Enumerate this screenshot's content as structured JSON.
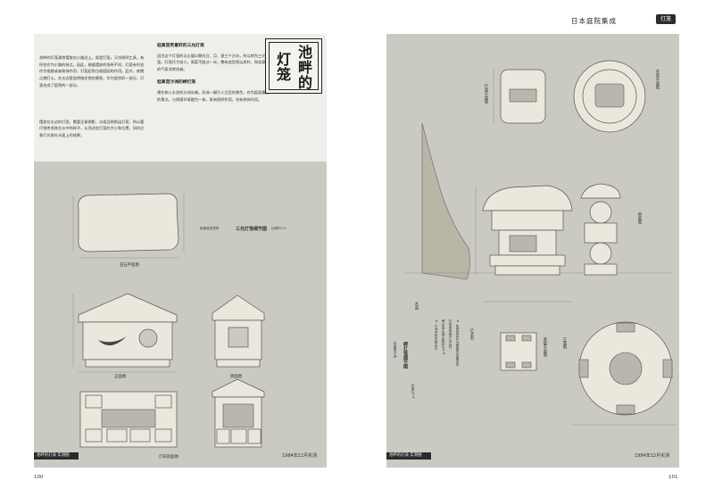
{
  "left_page": {
    "intro_paragraphs": [
      "池畔的灯笼通常摆放在小路边上，既是灯笼，又作照明工具，有时也作为小路的装点。因此，根据摆放的场所不同，灯笼有时也作为指路或者装饰作用，灯笼起到点缀庭园的作用。此外，夜晚点燃灯火，在水边营造明暗交错的景致，作为观赏的一部分，灯笼也成了庭院的一部分。",
      "摆放在水边的灯笼，需要注意倒影，水面会映照出灯笼，所以要仔细考虑其在水中的样子，从而决定灯笼的大小和位置，同时注意灯光照在水面上的效果。"
    ],
    "title_chars": [
      "池",
      "畔",
      "的",
      "灯",
      "笼"
    ],
    "sections": [
      {
        "heading": "桂离宫笑意轩的三光灯笼",
        "body": "因为这个灯笼的点火窗口朝向日、月、星三个方向，所以称为三光灯笼。灯笼尺寸较小，高度不超过一米，整体造型简洁质朴，和笑意轩的气氛非常协调。"
      },
      {
        "heading": "桂离宫沙洲的岬灯笼",
        "body": "建在伸入水池的沙洲尖端，形成一幅引人注目的景色，作为庭园重要的景点。与周围环境融为一体，既有照明作用，也有装饰作用。"
      }
    ],
    "drawing_labels": {
      "plan_view": "笠石平面图",
      "front_view": "正面图",
      "side_view": "侧面图",
      "section_view": "灯笼剖面图",
      "caption_main": "三光灯笼细节图",
      "caption_prefix": "桂离宫笑意轩",
      "caption_scale": "比例尺1:5"
    },
    "footer_label": "池畔的灯笼 实测图",
    "footer_date": "1984年12月实测",
    "page_number": "100"
  },
  "right_page": {
    "header_title": "日本庭院集成",
    "header_tag": "灯笼",
    "drawing_labels": {
      "top_plan": "灯笼平面图",
      "cap_plan": "笠石平面图",
      "side_elev": "侧面图",
      "front_elev": "正面图",
      "base_plan": "基础平面图",
      "shore": "水面",
      "stone_label": "灯芯石",
      "caption_main": "岬灯笼细节图",
      "caption_prefix": "桂离宫沙洲",
      "caption_scale": "比例尺1:6"
    },
    "notes": [
      "※ 沙洲中央为假山石",
      "岬灯笼 实测比例约为1:6",
      "灯笼本体部分为石材",
      "※ 实测时笠石与基础的位置关系"
    ],
    "footer_label": "池畔的灯笼 实测图",
    "footer_date": "1984年12月实测",
    "page_number": "101"
  },
  "colors": {
    "drawing_bg": "#cbcac2",
    "paper": "#efeeea",
    "stone_fill": "#eae7dc",
    "footer_bar": "#2b2b2b"
  }
}
